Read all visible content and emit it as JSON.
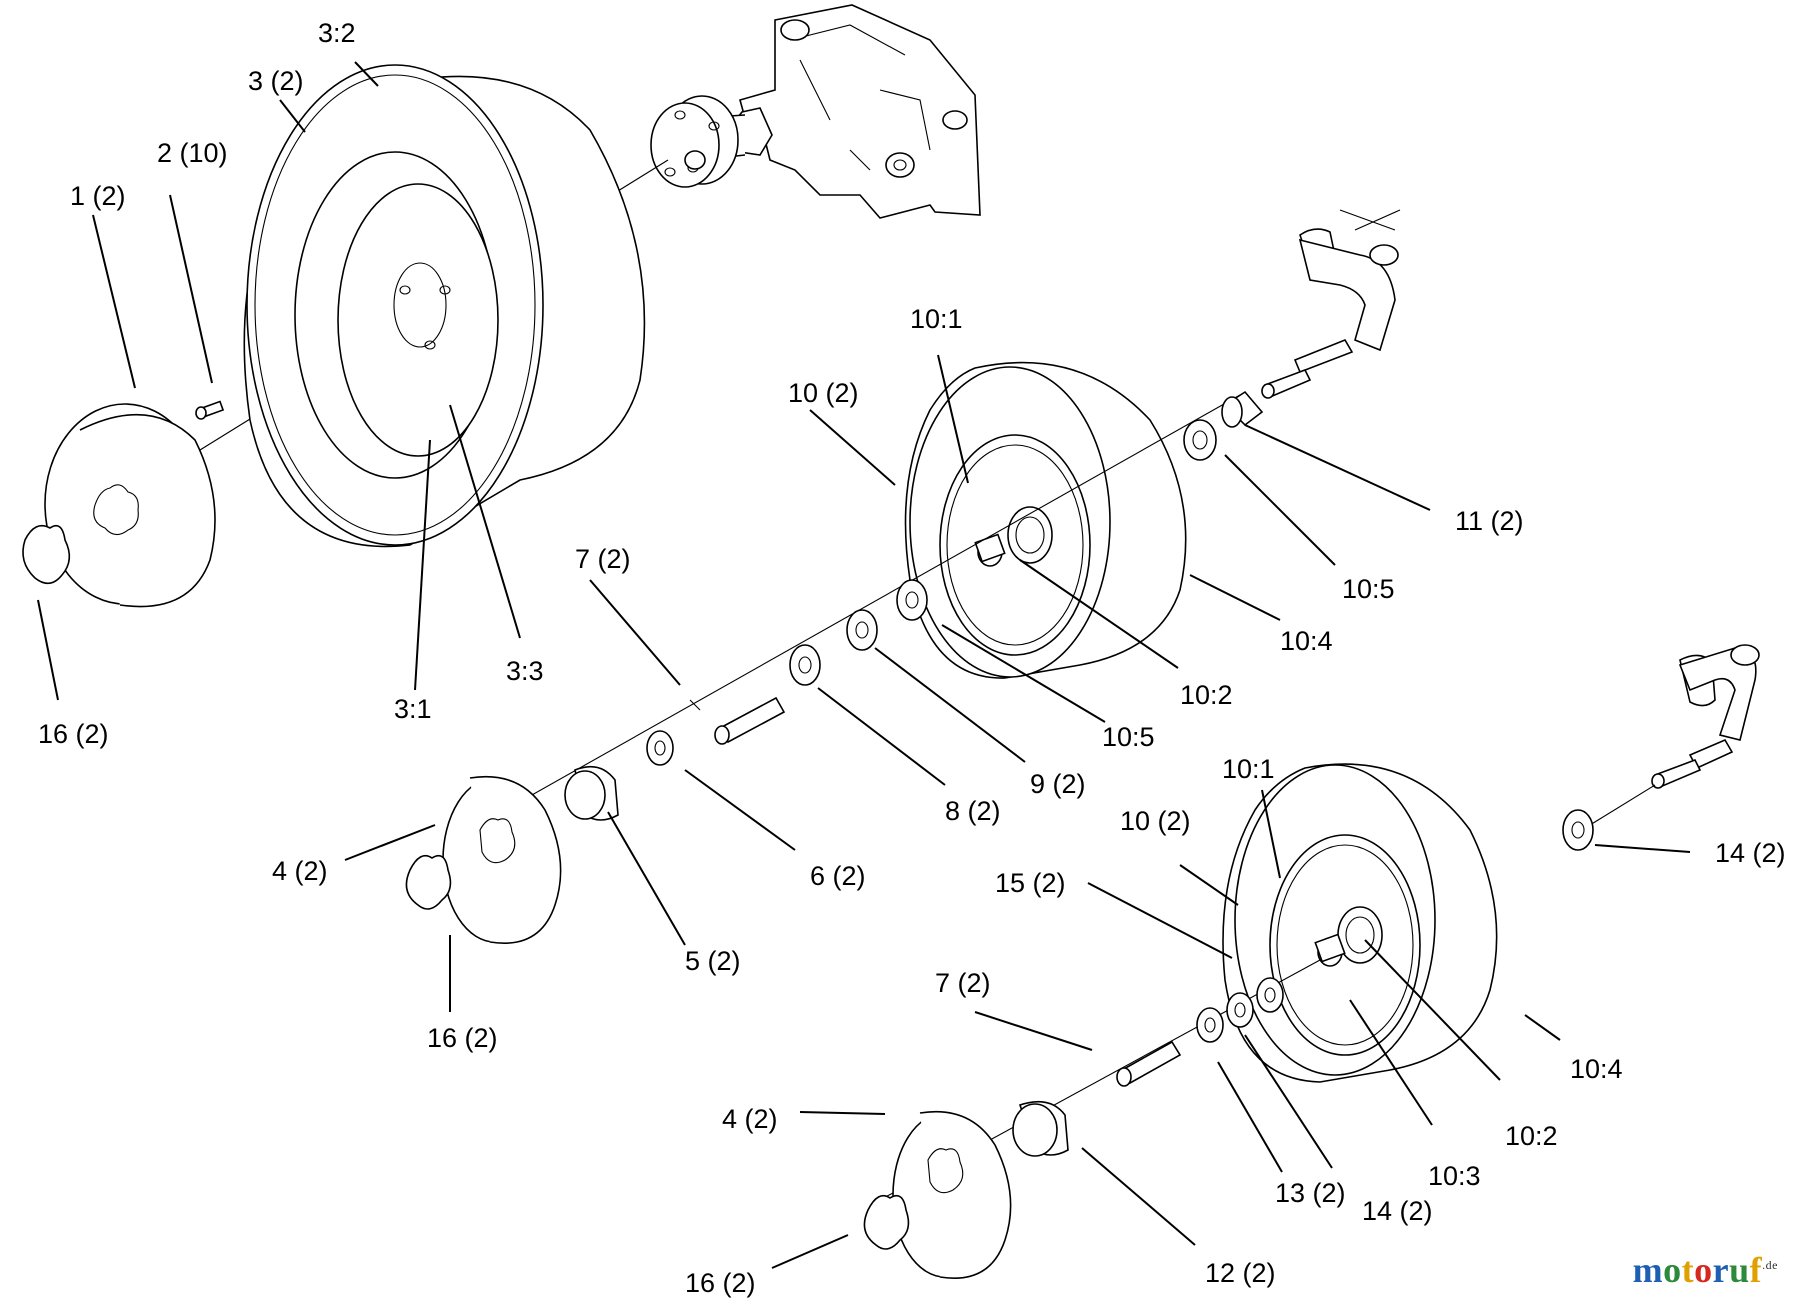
{
  "callouts": [
    {
      "id": "c-3-2",
      "text": "3:2"
    },
    {
      "id": "c-3",
      "text": "3 (2)"
    },
    {
      "id": "c-2",
      "text": "2 (10)"
    },
    {
      "id": "c-1",
      "text": "1 (2)"
    },
    {
      "id": "c-16a",
      "text": "16 (2)"
    },
    {
      "id": "c-3-1",
      "text": "3:1"
    },
    {
      "id": "c-3-3",
      "text": "3:3"
    },
    {
      "id": "c-10-1a",
      "text": "10:1"
    },
    {
      "id": "c-10a",
      "text": "10 (2)"
    },
    {
      "id": "c-11",
      "text": "11 (2)"
    },
    {
      "id": "c-10-5a",
      "text": "10:5"
    },
    {
      "id": "c-10-4a",
      "text": "10:4"
    },
    {
      "id": "c-10-2a",
      "text": "10:2"
    },
    {
      "id": "c-7a",
      "text": "7 (2)"
    },
    {
      "id": "c-10-5b",
      "text": "10:5"
    },
    {
      "id": "c-9",
      "text": "9 (2)"
    },
    {
      "id": "c-8",
      "text": "8 (2)"
    },
    {
      "id": "c-6",
      "text": "6 (2)"
    },
    {
      "id": "c-5",
      "text": "5 (2)"
    },
    {
      "id": "c-4a",
      "text": "4 (2)"
    },
    {
      "id": "c-16b",
      "text": "16 (2)"
    },
    {
      "id": "c-10-1b",
      "text": "10:1"
    },
    {
      "id": "c-10b",
      "text": "10 (2)"
    },
    {
      "id": "c-15",
      "text": "15 (2)"
    },
    {
      "id": "c-14a",
      "text": "14 (2)"
    },
    {
      "id": "c-7b",
      "text": "7 (2)"
    },
    {
      "id": "c-10-4b",
      "text": "10:4"
    },
    {
      "id": "c-10-2b",
      "text": "10:2"
    },
    {
      "id": "c-10-3",
      "text": "10:3"
    },
    {
      "id": "c-4b",
      "text": "4 (2)"
    },
    {
      "id": "c-13",
      "text": "13 (2)"
    },
    {
      "id": "c-14b",
      "text": "14 (2)"
    },
    {
      "id": "c-16c",
      "text": "16 (2)"
    },
    {
      "id": "c-12",
      "text": "12 (2)"
    }
  ],
  "logo": {
    "text": "motoruf",
    "suffix": ".de",
    "letter_colors": [
      "#1f5fb3",
      "#2c8a3a",
      "#e0a100",
      "#d6281f",
      "#1f5fb3",
      "#2c8a3a",
      "#e0a100"
    ]
  }
}
